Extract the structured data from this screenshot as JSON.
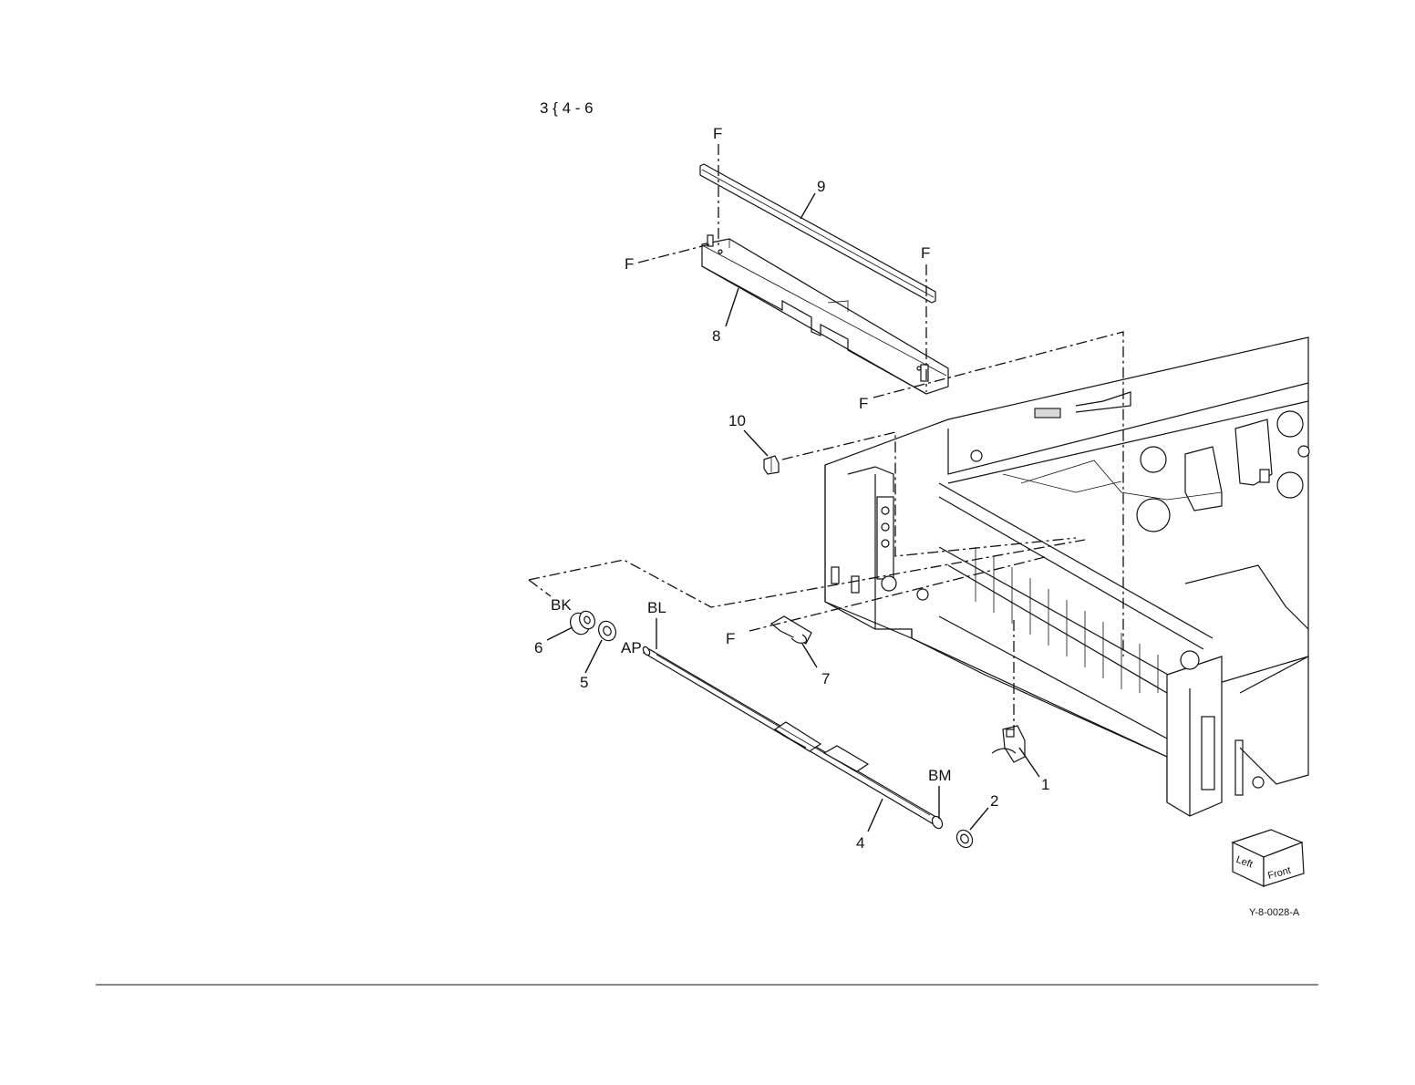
{
  "figure": {
    "heading": "3 { 4 - 6",
    "figure_id": "Y-8-0028-A",
    "orientation_cube": {
      "left_face": "Left",
      "front_face": "Front"
    }
  },
  "callouts": {
    "item_1": "1",
    "item_2": "2",
    "item_4": "4",
    "item_5": "5",
    "item_6": "6",
    "item_7": "7",
    "item_8": "8",
    "item_9": "9",
    "item_10": "10"
  },
  "fastener_refs": {
    "f_top": "F",
    "f_left_bracket": "F",
    "f_right_bracket": "F",
    "f_frame": "F",
    "f_item7": "F",
    "bk": "BK",
    "bl": "BL",
    "ap": "AP",
    "bm": "BM"
  }
}
